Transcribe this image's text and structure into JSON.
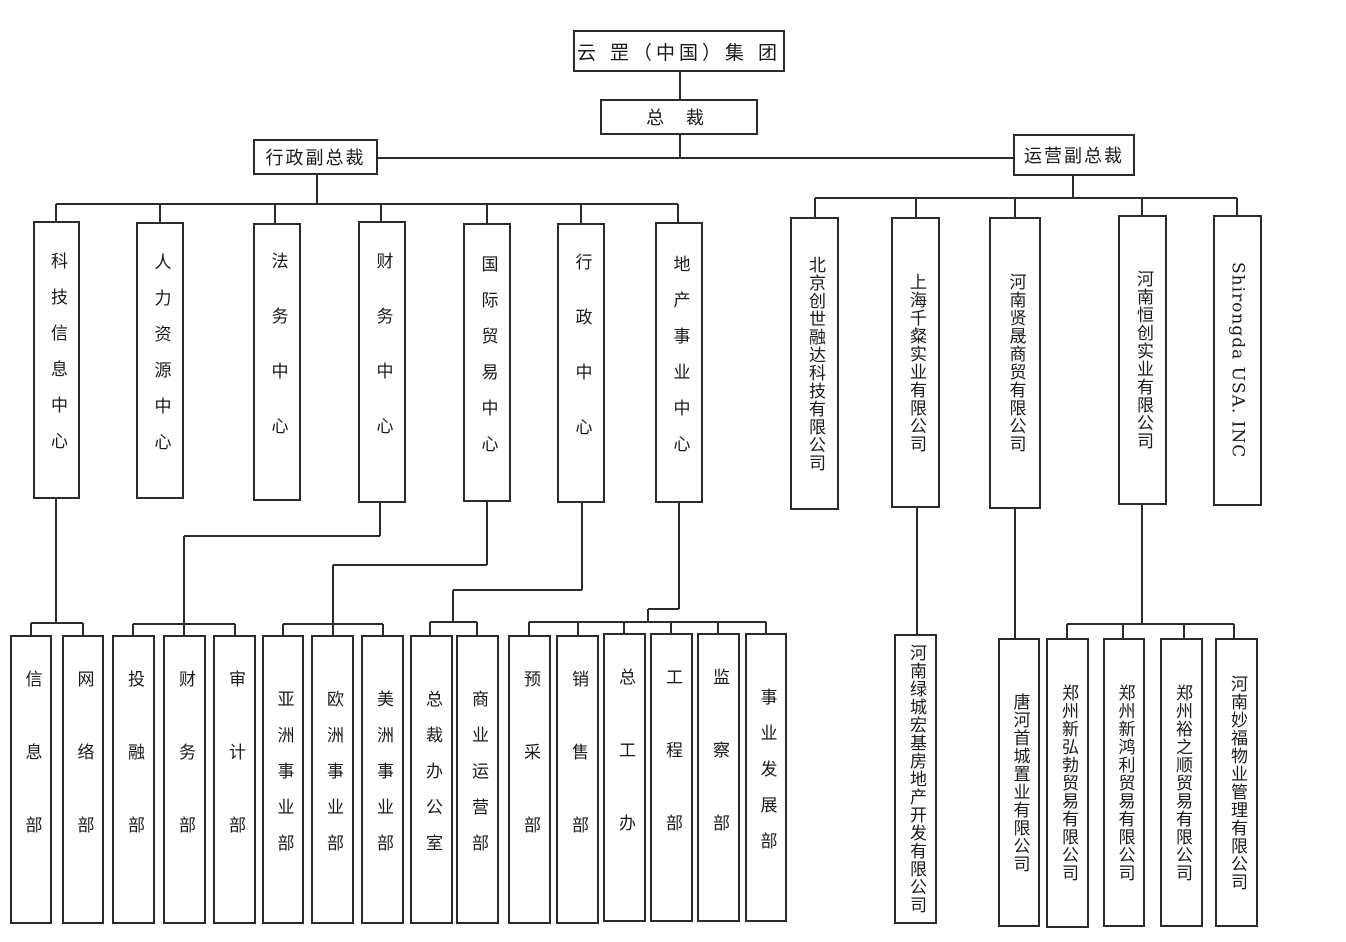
{
  "root": "云 罡（中国）集 团",
  "president": "总 裁",
  "vp_admin": {
    "title": "行政副总裁",
    "centers": [
      {
        "name": "科技信息中心",
        "departments": [
          "信息部",
          "网络部"
        ]
      },
      {
        "name": "人力资源中心",
        "departments": []
      },
      {
        "name": "法务中心",
        "departments": []
      },
      {
        "name": "财务中心",
        "departments": [
          "投融部",
          "财务部",
          "审计部"
        ]
      },
      {
        "name": "国际贸易中心",
        "departments": [
          "亚洲事业部",
          "欧洲事业部",
          "美洲事业部"
        ]
      },
      {
        "name": "行政中心",
        "departments": [
          "总裁办公室",
          "商业运营部"
        ]
      },
      {
        "name": "地产事业中心",
        "departments": [
          "预采部",
          "销售部",
          "总工办",
          "工程部",
          "监察部",
          "事业发展部"
        ]
      }
    ]
  },
  "vp_ops": {
    "title": "运营副总裁",
    "companies": [
      {
        "name": "北京创世融达科技有限公司",
        "subsidiaries": []
      },
      {
        "name": "上海千粲实业有限公司",
        "subsidiaries": [
          "河南绿城宏基房地产开发有限公司"
        ]
      },
      {
        "name": "河南贤晟商贸有限公司",
        "subsidiaries": [
          "唐河首城置业有限公司"
        ]
      },
      {
        "name": "河南恒创实业有限公司",
        "subsidiaries": [
          "郑州新弘勃贸易有限公司",
          "郑州新鸿利贸易有限公司",
          "郑州裕之顺贸易有限公司",
          "河南妙福物业管理有限公司"
        ]
      },
      {
        "name": "Shirongda USA. INC",
        "subsidiaries": []
      }
    ]
  }
}
